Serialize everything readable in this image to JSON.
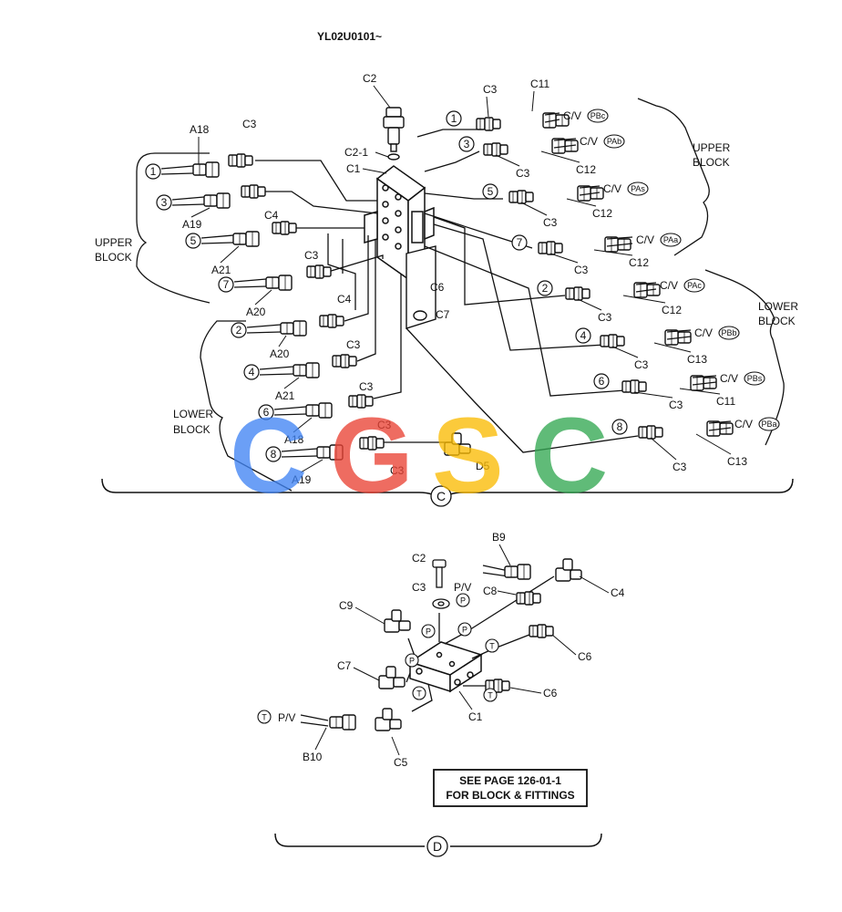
{
  "header": {
    "code": "YL02U0101~"
  },
  "section_c": {
    "marker": "C",
    "group_labels": {
      "upper_left": [
        "UPPER",
        "BLOCK"
      ],
      "upper_right": [
        "UPPER",
        "BLOCK"
      ],
      "lower_left": [
        "LOWER",
        "BLOCK"
      ],
      "lower_right": [
        "LOWER",
        "BLOCK"
      ]
    },
    "center_labels": {
      "c2": "C2",
      "c2_1": "C2-1",
      "c1": "C1",
      "c6": "C6",
      "c7": "C7",
      "d5": "D5"
    },
    "left_rows": [
      {
        "num": "1",
        "hose": "A18",
        "fit": "C3",
        "fit_below": false
      },
      {
        "num": "3",
        "hose": "A19",
        "fit": "C4",
        "fit_below": true
      },
      {
        "num": "5",
        "hose": "A21",
        "fit": "C3",
        "fit_below": true
      },
      {
        "num": "7",
        "hose": "A20",
        "fit": "C4",
        "fit_below": true
      },
      {
        "num": "2",
        "hose": "A20",
        "fit": "C3",
        "fit_below": true
      },
      {
        "num": "4",
        "hose": "A21",
        "fit": "C3",
        "fit_below": true
      },
      {
        "num": "6",
        "hose": "A18",
        "fit": "C3",
        "fit_below": true
      },
      {
        "num": "8",
        "hose": "A19",
        "fit": "C3",
        "fit_below": true
      }
    ],
    "right_rows": [
      {
        "num": "1",
        "fit": "C3",
        "hose": "C11",
        "cv": "C/V",
        "port": "PBc"
      },
      {
        "num": "3",
        "fit": "C3",
        "hose": "C12",
        "cv": "C/V",
        "port": "PAb"
      },
      {
        "num": "5",
        "fit": "C3",
        "hose": "C12",
        "cv": "C/V",
        "port": "PAs"
      },
      {
        "num": "7",
        "fit": "C3",
        "hose": "C12",
        "cv": "C/V",
        "port": "PAa"
      },
      {
        "num": "2",
        "fit": "C3",
        "hose": "C12",
        "cv": "C/V",
        "port": "PAc"
      },
      {
        "num": "4",
        "fit": "C3",
        "hose": "C13",
        "cv": "C/V",
        "port": "PBb"
      },
      {
        "num": "6",
        "fit": "C3",
        "hose": "C11",
        "cv": "C/V",
        "port": "PBs"
      },
      {
        "num": "8",
        "fit": "C3",
        "hose": "C13",
        "cv": "C/V",
        "port": "PBa"
      }
    ]
  },
  "watermark": {
    "letters": [
      "C",
      "G",
      "S",
      "C"
    ],
    "colors": [
      "#4285f4",
      "#ea4335",
      "#fbbc05",
      "#34a853"
    ]
  },
  "section_d": {
    "marker": "D",
    "labels": {
      "b9": "B9",
      "c2": "C2",
      "c3": "C3",
      "pv_top": "P/V",
      "c8": "C8",
      "c4": "C4",
      "c9": "C9",
      "c6a": "C6",
      "c7": "C7",
      "c6b": "C6",
      "c1": "C1",
      "pv_left": "P/V",
      "b10": "B10",
      "c5": "C5"
    },
    "port_p": "P",
    "port_t": "T",
    "note": [
      "SEE PAGE 126-01-1",
      "FOR BLOCK & FITTINGS"
    ]
  }
}
